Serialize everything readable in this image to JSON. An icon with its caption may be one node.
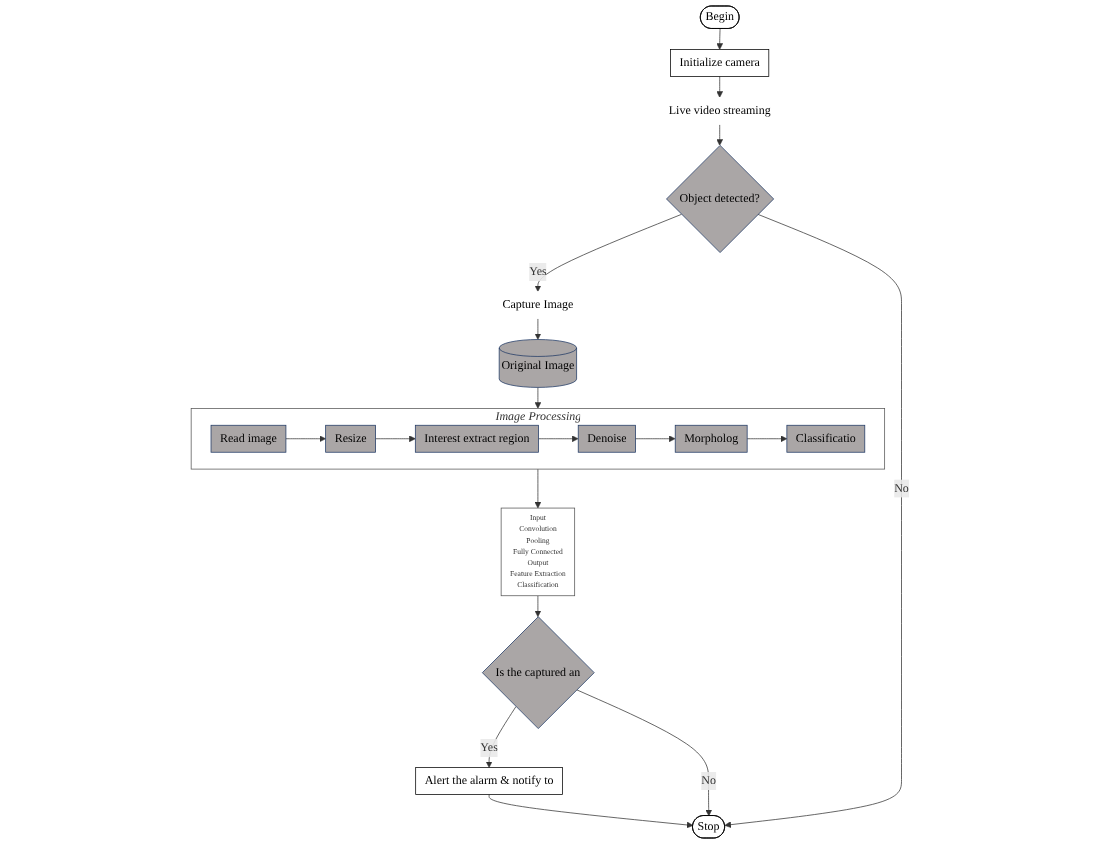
{
  "diagram": {
    "nodes": [
      {
        "text": [
          "Begin"
        ]
      },
      {
        "text": [
          "Initialize camera"
        ]
      },
      {
        "text": [
          "Live video streaming"
        ]
      },
      {
        "text": [
          "Object detected?"
        ]
      },
      {
        "text": [
          "Capture Image"
        ]
      },
      {
        "text": [
          "Original Image"
        ]
      },
      {
        "text": [
          "Image Processing"
        ]
      },
      {
        "text": [
          "Read image"
        ],
        "in": 6
      },
      {
        "text": [
          "Resize"
        ],
        "in": 6
      },
      {
        "text": [
          "Interest extract region"
        ],
        "in": 6
      },
      {
        "text": [
          "Denoise"
        ],
        "in": 6
      },
      {
        "text": [
          "Morpholog"
        ],
        "in": 6
      },
      {
        "text": [
          "Classificatio"
        ],
        "in": 6
      },
      {
        "text": [
          "Input",
          "Convolution",
          "Pooling",
          "Fully Connected",
          "Output",
          "Feature Extraction",
          "Classification"
        ]
      },
      {
        "text": [
          "Is the captured an"
        ]
      },
      {
        "text": [
          "Alert the alarm & notify to"
        ]
      },
      {
        "text": [
          "Stop"
        ]
      }
    ],
    "edges": [
      {
        "from": 0,
        "to": 1,
        "arrow": "to"
      },
      {
        "from": 1,
        "to": 2,
        "arrow": "to"
      },
      {
        "from": 2,
        "to": 3,
        "arrow": "to"
      },
      {
        "from": 3,
        "to": 4,
        "label": "Yes",
        "arrow": "to"
      },
      {
        "from": 4,
        "to": 5,
        "arrow": "to"
      },
      {
        "from": 5,
        "to": 6,
        "arrow": "to"
      },
      {
        "from": 7,
        "to": 8,
        "arrow": "to"
      },
      {
        "from": 8,
        "to": 9,
        "arrow": "to"
      },
      {
        "from": 9,
        "to": 10,
        "arrow": "to"
      },
      {
        "from": 10,
        "to": 11,
        "arrow": "to"
      },
      {
        "from": 11,
        "to": 12,
        "arrow": "to"
      },
      {
        "from": 6,
        "to": 13,
        "arrow": "to"
      },
      {
        "from": 13,
        "to": 14,
        "arrow": "to"
      },
      {
        "from": 14,
        "to": 15,
        "label": "Yes",
        "arrow": "to"
      },
      {
        "from": 15,
        "to": 16,
        "arrow": "to"
      },
      {
        "from": 14,
        "to": 16,
        "label": "No",
        "arrow": "to"
      },
      {
        "from": 3,
        "to": 16,
        "label": "No",
        "arrow": "to"
      }
    ]
  }
}
